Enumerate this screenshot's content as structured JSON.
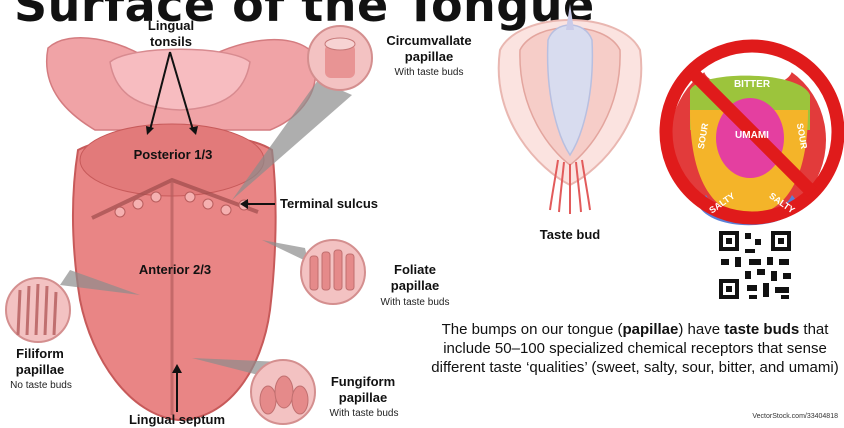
{
  "title": "Surface of the Tongue",
  "labels": {
    "lingual_tonsils": "Lingual\ntonsils",
    "posterior": "Posterior 1/3",
    "anterior": "Anterior 2/3",
    "terminal_sulcus": "Terminal sulcus",
    "lingual_septum": "Lingual septum",
    "circumvallate": "Circumvallate\npapillae",
    "circumvallate_sub": "With taste buds",
    "foliate": "Foliate\npapillae",
    "foliate_sub": "With taste buds",
    "fungiform": "Fungiform\npapillae",
    "fungiform_sub": "With taste buds",
    "filiform": "Filiform\npapillae",
    "filiform_sub": "No taste buds",
    "taste_bud": "Taste bud",
    "map_bitter": "BITTER",
    "map_umami": "UMAMI",
    "map_sour_left": "SOUR",
    "map_sour_right": "SOUR",
    "map_salty_left": "SALTY",
    "map_salty_right": "SALTY"
  },
  "paragraph": {
    "p1": "The bumps on our tongue (",
    "b1": "papillae",
    "p2": ") have ",
    "b2": "taste buds",
    "p3": " that include 50–100 specialized chemical receptors that sense different taste ‘qualities’ (sweet, salty, sour, bitter, and umami)"
  },
  "credit": "VectorStock.com/33404818",
  "colors": {
    "tongue": "#e98585",
    "tongue_dark": "#c75a5a",
    "no_sign": "#e01b1b",
    "bitter": "#9cc43c",
    "umami": "#e43fa0",
    "sour": "#f4b429",
    "salty": "#5b7fd6"
  }
}
